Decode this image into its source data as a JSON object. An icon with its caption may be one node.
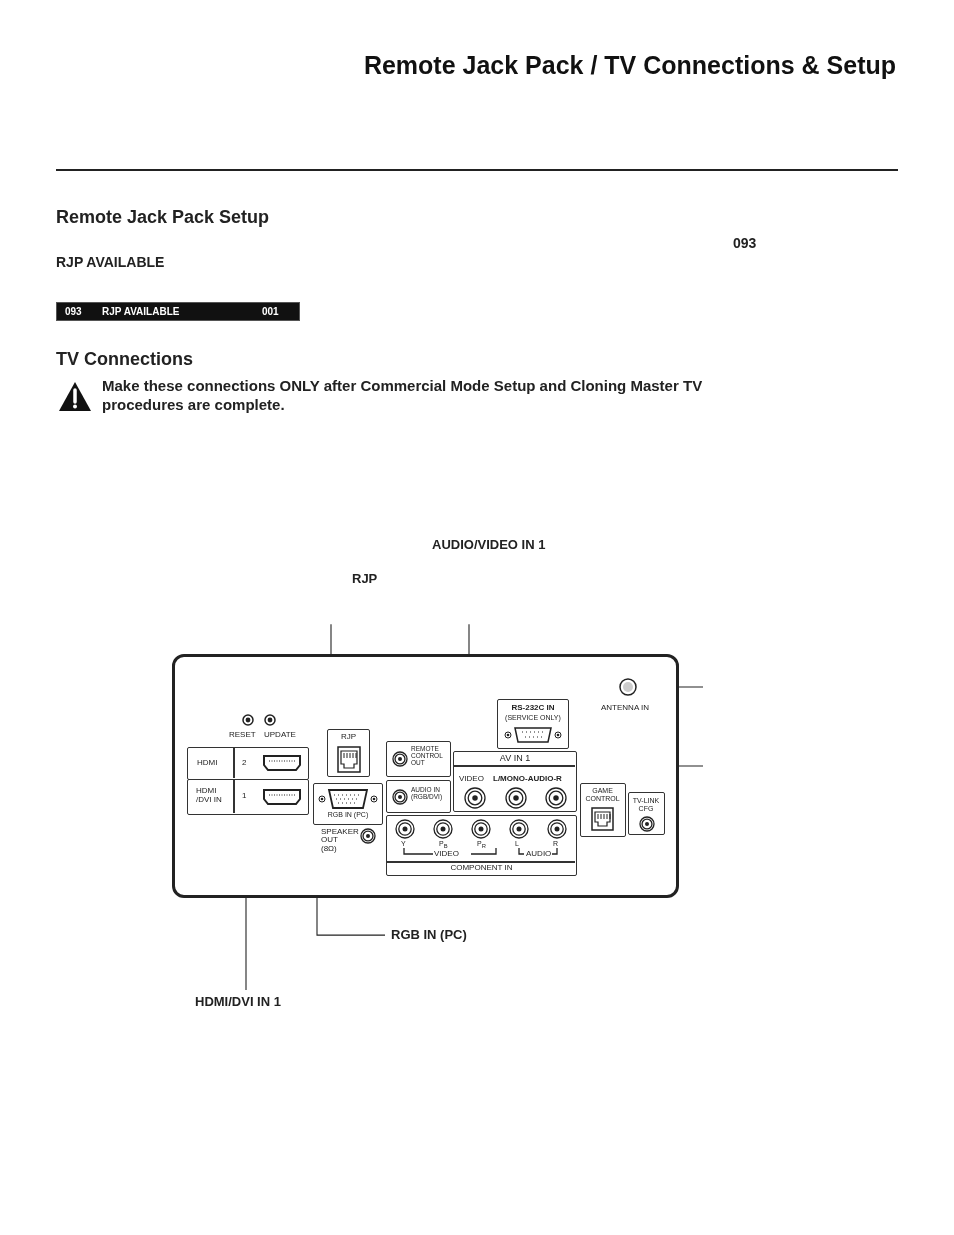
{
  "diagram": {
    "title": "Remote Jack Pack / TV Connections & Setup",
    "nodes": [
      {
        "text": [
          "093",
          "RJP AVAILABLE",
          "001"
        ]
      },
      {
        "text": [
          "AUDIO/VIDEO IN 1"
        ]
      },
      {
        "text": [
          "RJP"
        ]
      },
      {
        "text": [],
        "shape": "box"
      },
      {
        "text": [
          "ANTENNA IN"
        ],
        "in": 3
      },
      {
        "text": [
          "RS-232C IN",
          "(SERVICE ONLY)"
        ],
        "in": 3
      },
      {
        "text": [
          "RJP"
        ],
        "in": 3
      },
      {
        "text": [
          "REMOTE CONTROL OUT"
        ],
        "in": 3
      },
      {
        "text": [
          "AV IN 1",
          "VIDEO",
          "L/MONO-AUDIO-R"
        ],
        "in": 3
      },
      {
        "text": [
          "HDMI",
          "2"
        ],
        "in": 3
      },
      {
        "text": [
          "HDMI /DVI IN",
          "1"
        ],
        "in": 3
      },
      {
        "text": [
          "RGB IN (PC)"
        ],
        "in": 3
      },
      {
        "text": [
          "AUDIO IN (RGB/DVI)"
        ],
        "in": 3
      },
      {
        "text": [
          "GAME CONTROL"
        ],
        "in": 3
      },
      {
        "text": [
          "TV-LINK CFG"
        ],
        "in": 3
      },
      {
        "text": [
          "Y",
          "P$_{B}$",
          "P$_{R}$",
          "L",
          "R",
          "VIDEO",
          "AUDIO",
          "COMPONENT IN"
        ],
        "in": 3
      },
      {
        "text": [
          "RGB IN (PC)"
        ]
      },
      {
        "text": [
          "HDMI/DVI IN 1"
        ]
      }
    ],
    "edges": [
      {
        "from": 2,
        "to": 6,
        "arrow": "none"
      },
      {
        "from": 1,
        "to": 8,
        "arrow": "none"
      },
      {
        "from": null,
        "to": 4,
        "arrow": "none"
      },
      {
        "from": null,
        "to": 13,
        "arrow": "none"
      },
      {
        "from": 16,
        "to": 11,
        "arrow": "none"
      },
      {
        "from": 17,
        "to": 10,
        "arrow": "none"
      }
    ],
    "labels": [
      "Remote Jack Pack Setup",
      "093",
      "RJP AVAILABLE",
      "TV Connections",
      "Make these connections ONLY after Commercial Mode Setup and Cloning Master TV procedures are complete.",
      "RESET",
      "UPDATE",
      "SPEAKER OUT (8Ω)"
    ]
  }
}
